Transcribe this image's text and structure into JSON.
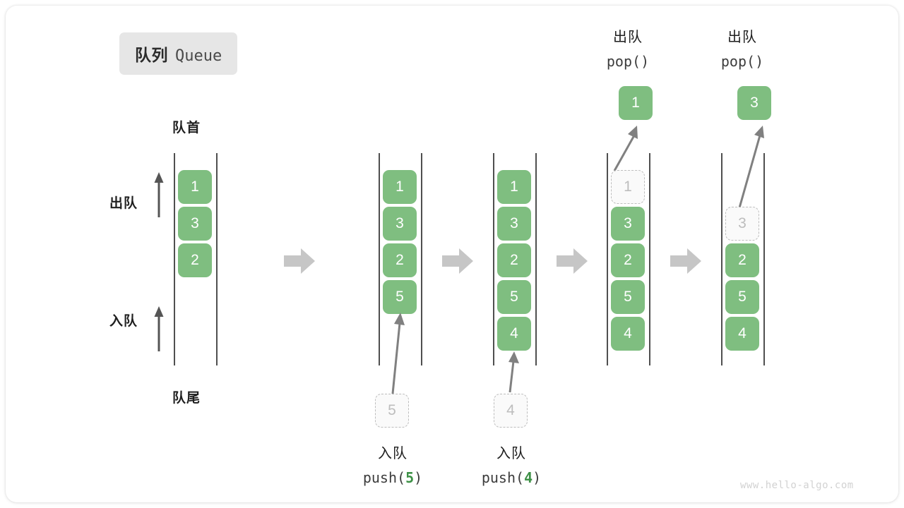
{
  "title": {
    "cn": "队列",
    "en": "Queue"
  },
  "labels": {
    "head": "队首",
    "tail": "队尾",
    "dequeue": "出队",
    "enqueue": "入队"
  },
  "watermark": "www.hello-algo.com",
  "colors": {
    "cell_fill": "#7fbe80",
    "cell_text": "#ffffff",
    "ghost_border": "#bdbdbd",
    "ghost_text": "#bdbdbd",
    "rail": "#4f4f4f",
    "step_arrow": "#c6c6c6",
    "accent_number": "#3e9147",
    "badge_bg": "#e6e6e6"
  },
  "stages": [
    {
      "id": "initial",
      "cells": [
        "1",
        "3",
        "2"
      ],
      "ghost": null,
      "caption": null
    },
    {
      "id": "push-5",
      "cells": [
        "1",
        "3",
        "2",
        "5"
      ],
      "ghost": "5",
      "caption": {
        "cn": "入队",
        "code_prefix": "push(",
        "code_value": "5",
        "code_suffix": ")"
      }
    },
    {
      "id": "push-4",
      "cells": [
        "1",
        "3",
        "2",
        "5",
        "4"
      ],
      "ghost": "4",
      "caption": {
        "cn": "入队",
        "code_prefix": "push(",
        "code_value": "4",
        "code_suffix": ")"
      }
    },
    {
      "id": "pop-1",
      "cells": [
        "3",
        "2",
        "5",
        "4"
      ],
      "ghost": "1",
      "popped": "1",
      "caption": {
        "cn": "出队",
        "code_prefix": "pop(",
        "code_value": "",
        "code_suffix": ")"
      }
    },
    {
      "id": "pop-3",
      "cells": [
        "2",
        "5",
        "4"
      ],
      "ghost": "3",
      "popped": "3",
      "caption": {
        "cn": "出队",
        "code_prefix": "pop(",
        "code_value": "",
        "code_suffix": ")"
      }
    }
  ],
  "side_arrows": [
    {
      "label": "出队",
      "direction": "up"
    },
    {
      "label": "入队",
      "direction": "up"
    }
  ],
  "step_separators": 4
}
